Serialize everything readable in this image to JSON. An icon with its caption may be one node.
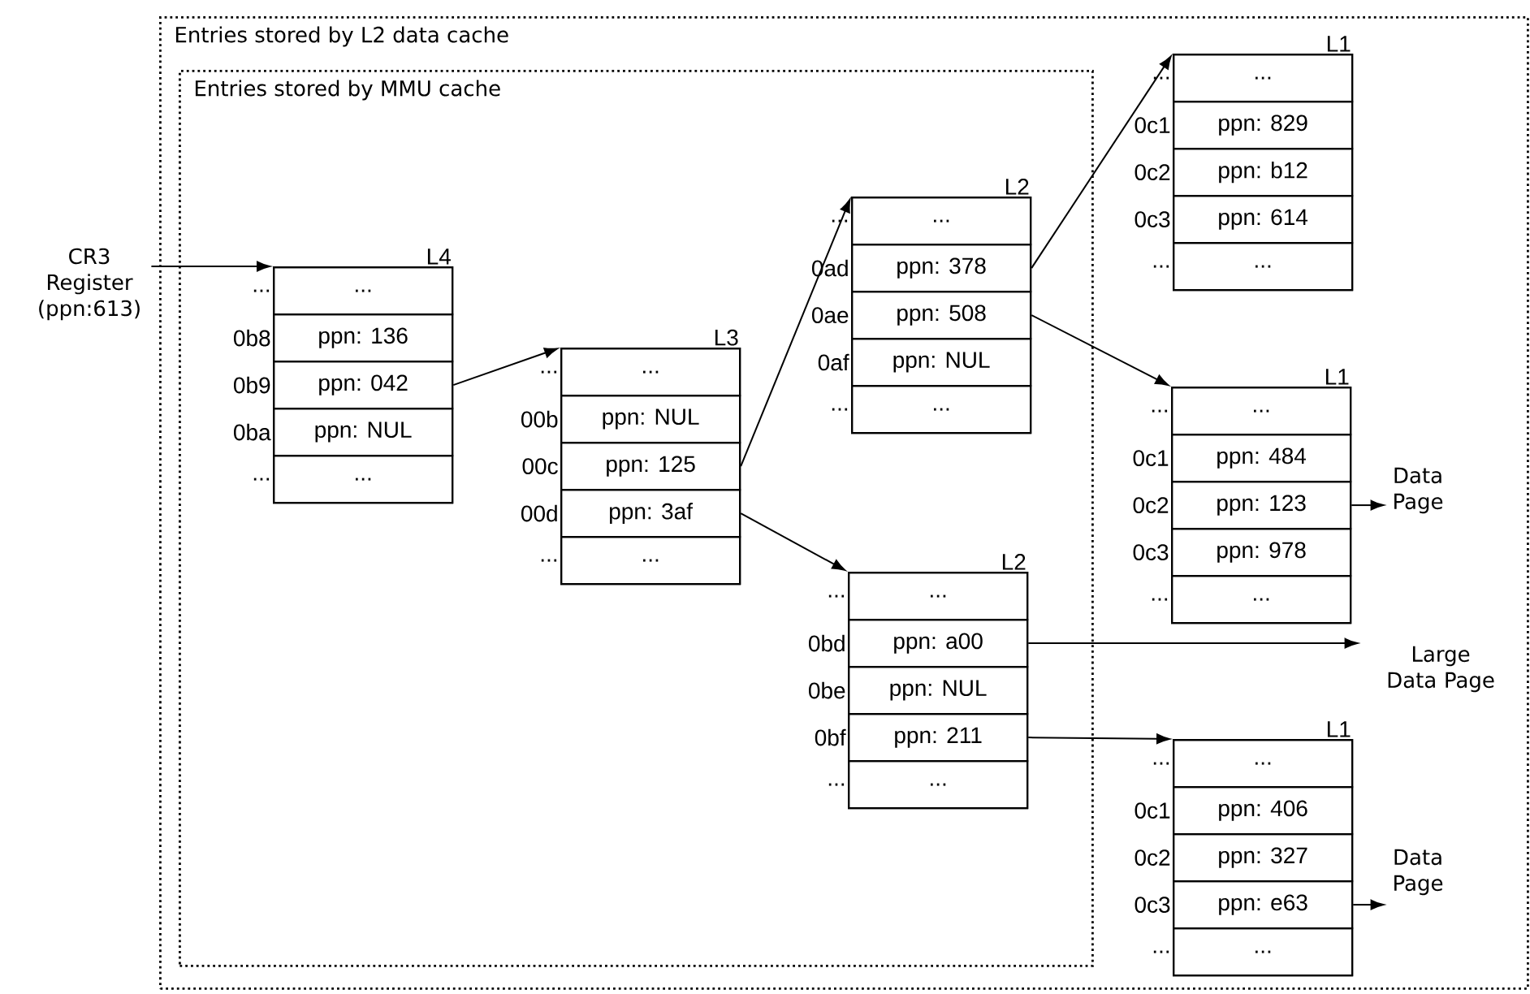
{
  "diagram": {
    "nodes": [
      {
        "text": [
          "Entries stored by L2 data cache"
        ]
      },
      {
        "text": [
          "Entries stored by MMU cache"
        ],
        "in": 0
      },
      {
        "text": [
          "CR3 Register (ppn:613)"
        ]
      },
      {
        "text": [
          "L4"
        ],
        "in": 1
      },
      {
        "text": [
          "..."
        ],
        "beside": [
          "..."
        ],
        "in": 3
      },
      {
        "text": [
          "ppn: 136"
        ],
        "beside": [
          "0b8"
        ],
        "in": 3
      },
      {
        "text": [
          "ppn: 042"
        ],
        "beside": [
          "0b9"
        ],
        "in": 3
      },
      {
        "text": [
          "ppn: NUL"
        ],
        "beside": [
          "0ba"
        ],
        "in": 3
      },
      {
        "text": [
          "..."
        ],
        "beside": [
          "..."
        ],
        "in": 3
      },
      {
        "text": [
          "L3"
        ],
        "in": 1
      },
      {
        "text": [
          "..."
        ],
        "beside": [
          "..."
        ],
        "in": 9
      },
      {
        "text": [
          "ppn: NUL"
        ],
        "beside": [
          "00b"
        ],
        "in": 9
      },
      {
        "text": [
          "ppn: 125"
        ],
        "beside": [
          "00c"
        ],
        "in": 9
      },
      {
        "text": [
          "ppn: 3af"
        ],
        "beside": [
          "00d"
        ],
        "in": 9
      },
      {
        "text": [
          "..."
        ],
        "beside": [
          "..."
        ],
        "in": 9
      },
      {
        "text": [
          "L2"
        ],
        "in": 1
      },
      {
        "text": [
          "..."
        ],
        "beside": [
          "..."
        ],
        "in": 15
      },
      {
        "text": [
          "ppn: 378"
        ],
        "beside": [
          "0ad"
        ],
        "in": 15
      },
      {
        "text": [
          "ppn: 508"
        ],
        "beside": [
          "0ae"
        ],
        "in": 15
      },
      {
        "text": [
          "ppn: NUL"
        ],
        "beside": [
          "0af"
        ],
        "in": 15
      },
      {
        "text": [
          "..."
        ],
        "beside": [
          "..."
        ],
        "in": 15
      },
      {
        "text": [
          "L2"
        ],
        "in": 1
      },
      {
        "text": [
          "..."
        ],
        "beside": [
          "..."
        ],
        "in": 21
      },
      {
        "text": [
          "ppn: a00"
        ],
        "beside": [
          "0bd"
        ],
        "in": 21
      },
      {
        "text": [
          "ppn: NUL"
        ],
        "beside": [
          "0be"
        ],
        "in": 21
      },
      {
        "text": [
          "ppn: 211"
        ],
        "beside": [
          "0bf"
        ],
        "in": 21
      },
      {
        "text": [
          "..."
        ],
        "beside": [
          "..."
        ],
        "in": 21
      },
      {
        "text": [
          "L1"
        ],
        "in": 0
      },
      {
        "text": [
          "..."
        ],
        "beside": [
          "..."
        ],
        "in": 27
      },
      {
        "text": [
          "ppn: 829"
        ],
        "beside": [
          "0c1"
        ],
        "in": 27
      },
      {
        "text": [
          "ppn: b12"
        ],
        "beside": [
          "0c2"
        ],
        "in": 27
      },
      {
        "text": [
          "ppn: 614"
        ],
        "beside": [
          "0c3"
        ],
        "in": 27
      },
      {
        "text": [
          "..."
        ],
        "beside": [
          "..."
        ],
        "in": 27
      },
      {
        "text": [
          "L1"
        ],
        "in": 0
      },
      {
        "text": [
          "..."
        ],
        "beside": [
          "..."
        ],
        "in": 33
      },
      {
        "text": [
          "ppn: 484"
        ],
        "beside": [
          "0c1"
        ],
        "in": 33
      },
      {
        "text": [
          "ppn: 123"
        ],
        "beside": [
          "0c2"
        ],
        "in": 33
      },
      {
        "text": [
          "ppn: 978"
        ],
        "beside": [
          "0c3"
        ],
        "in": 33
      },
      {
        "text": [
          "..."
        ],
        "beside": [
          "..."
        ],
        "in": 33
      },
      {
        "text": [
          "L1"
        ],
        "in": 0
      },
      {
        "text": [
          "..."
        ],
        "beside": [
          "..."
        ],
        "in": 39
      },
      {
        "text": [
          "ppn: 406"
        ],
        "beside": [
          "0c1"
        ],
        "in": 39
      },
      {
        "text": [
          "ppn: 327"
        ],
        "beside": [
          "0c2"
        ],
        "in": 39
      },
      {
        "text": [
          "ppn: e63"
        ],
        "beside": [
          "0c3"
        ],
        "in": 39
      },
      {
        "text": [
          "..."
        ],
        "beside": [
          "..."
        ],
        "in": 39
      },
      {
        "text": [
          "Data Page"
        ],
        "in": 0
      },
      {
        "text": [
          "Large Data Page"
        ],
        "in": 0
      },
      {
        "text": [
          "Data Page"
        ],
        "in": 0
      }
    ],
    "edges": [
      {
        "from": 2,
        "to": 3,
        "arrow": "to"
      },
      {
        "from": 6,
        "to": 9,
        "arrow": "to"
      },
      {
        "from": 12,
        "to": 15,
        "arrow": "to"
      },
      {
        "from": 13,
        "to": 21,
        "arrow": "to"
      },
      {
        "from": 17,
        "to": 27,
        "arrow": "to"
      },
      {
        "from": 18,
        "to": 33,
        "arrow": "to"
      },
      {
        "from": 23,
        "to": 46,
        "arrow": "to"
      },
      {
        "from": 25,
        "to": 39,
        "arrow": "to"
      },
      {
        "from": 36,
        "to": 45,
        "arrow": "to"
      },
      {
        "from": 43,
        "to": 47,
        "arrow": "to"
      }
    ]
  }
}
